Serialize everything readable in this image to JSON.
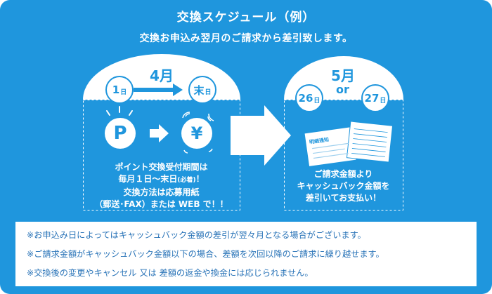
{
  "header": {
    "title": "交換スケジュール（例）",
    "subtitle": "交換お申込み翌月のご請求から差引致します。"
  },
  "left_box": {
    "month": "4月",
    "start_day_num": "1",
    "start_day_suffix": "日",
    "end_day_num": "末",
    "end_day_suffix": "日",
    "point_symbol": "P",
    "yen_symbol": "¥",
    "desc_line1": "ポイント交換受付期間は",
    "desc_line2a": "毎月１日〜末日",
    "desc_line2b": "(必着)",
    "desc_line2c": "！",
    "desc_line3": "交換方法は応募用紙",
    "desc_line4": "（郵送･FAX）または WEB で！！"
  },
  "right_box": {
    "month": "5月",
    "day1_num": "26",
    "day1_suffix": "日",
    "or_label": "or",
    "day2_num": "27",
    "day2_suffix": "日",
    "doc_label": "明細通知",
    "desc_line1": "ご請求金額より",
    "desc_line2": "キャッシュバック金額を",
    "desc_line3": "差引いてお支払い！"
  },
  "notes": [
    "※お申込み日によってはキャッシュバック金額の差引が翌々月となる場合がございます。",
    "※ご請求金額がキャッシュバック金額以下の場合、差額を次回以降のご請求に繰り越せます。",
    "※交換後の変更やキャンセル 又は 差額の返金や換金には応じられません。"
  ],
  "colors": {
    "brand_blue": "#1f96dd",
    "white": "#ffffff",
    "note_text": "#2a74b8"
  }
}
